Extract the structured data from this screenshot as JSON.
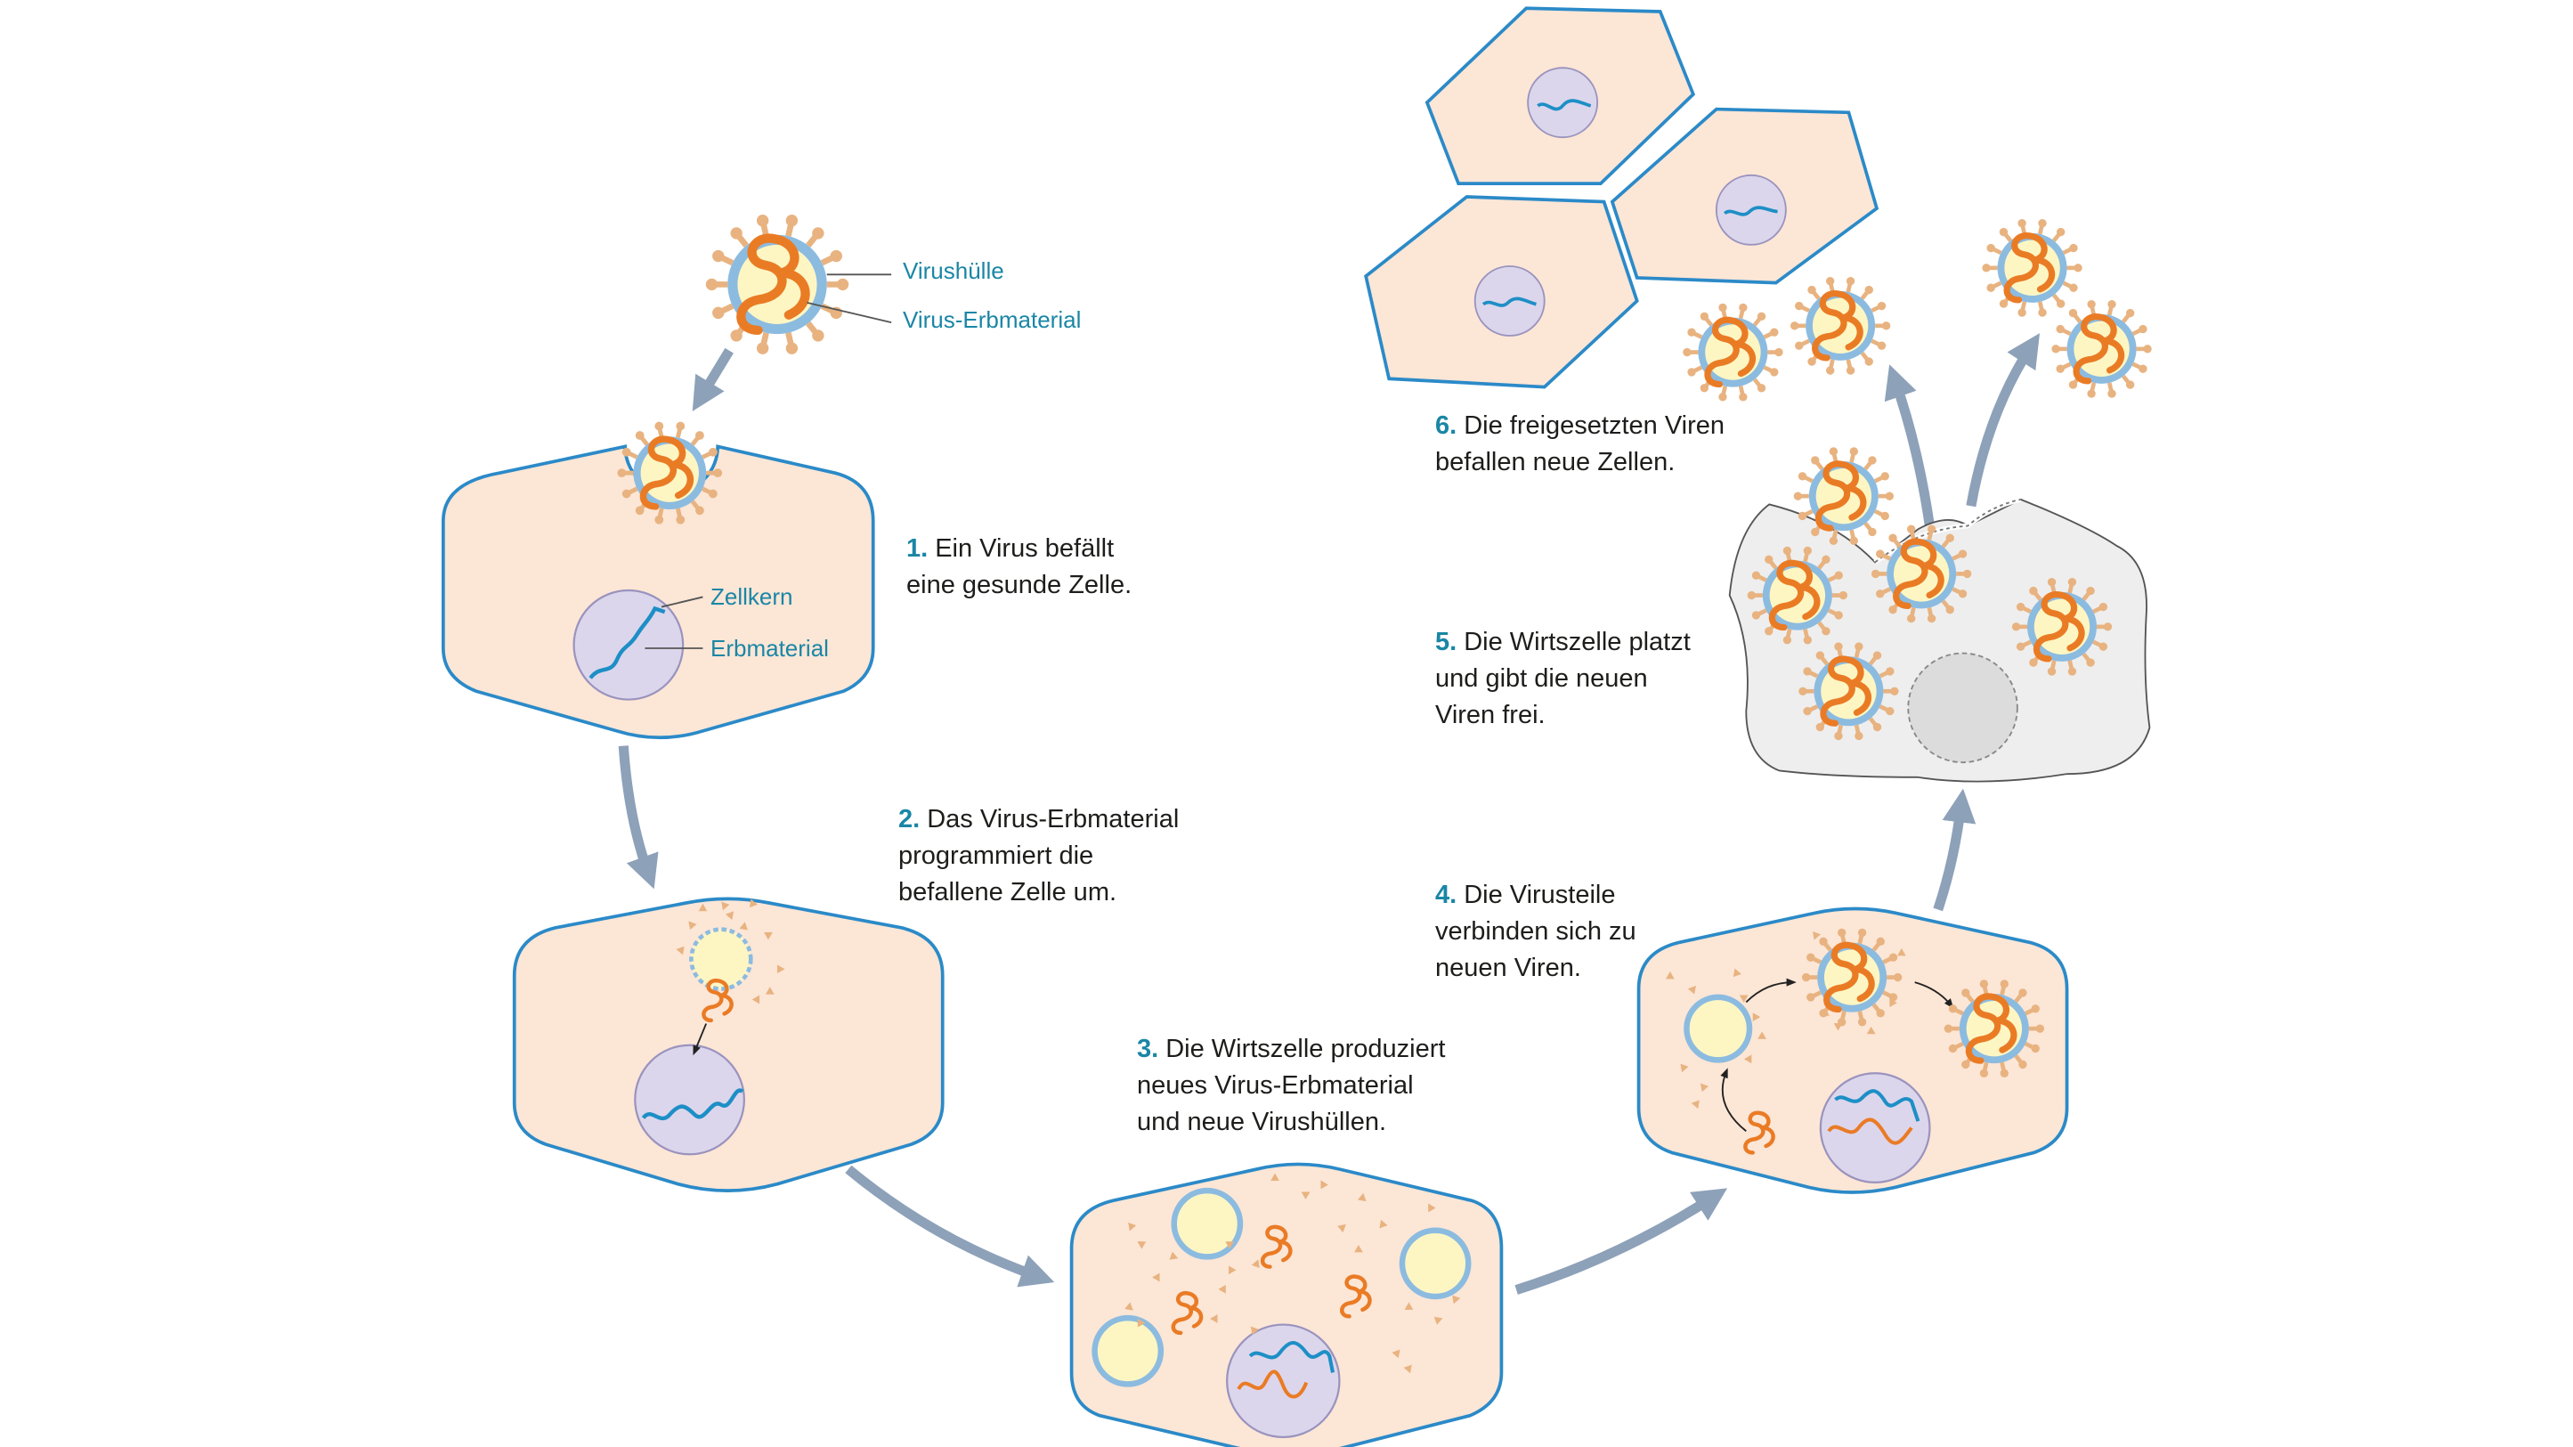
{
  "colors": {
    "cell_fill": "#fce6d6",
    "cell_outline": "#2b8ac8",
    "nucleus_fill": "#dcd6ec",
    "dna_color": "#1d8fc6",
    "viral_rna_color": "#ea7b25",
    "capsid_fill": "#fdf6c3",
    "capsid_ring": "#8cbbe0",
    "spike_color": "#e8b380",
    "arrow_color": "#8da1b9",
    "burst_cell_fill": "#eeeeee",
    "step_number_color": "#1a86a6",
    "label_color": "#1a86a6"
  },
  "labels": {
    "virus_envelope": "Virushülle",
    "virus_genome": "Virus-Erbmaterial",
    "nucleus": "Zellkern",
    "genome": "Erbmaterial"
  },
  "steps": [
    {
      "number": "1.",
      "lines": [
        "Ein Virus befällt",
        "eine gesunde Zelle."
      ]
    },
    {
      "number": "2.",
      "lines": [
        "Das Virus-Erbmaterial",
        "programmiert die",
        "befallene Zelle um."
      ]
    },
    {
      "number": "3.",
      "lines": [
        "Die Wirtszelle produziert",
        "neues Virus-Erbmaterial",
        "und neue Virushüllen."
      ]
    },
    {
      "number": "4.",
      "lines": [
        "Die Virusteile",
        "verbinden sich zu",
        "neuen Viren."
      ]
    },
    {
      "number": "5.",
      "lines": [
        "Die Wirtszelle platzt",
        "und gibt die neuen",
        "Viren frei."
      ]
    },
    {
      "number": "6.",
      "lines": [
        "Die freigesetzten Viren",
        "befallen neue Zellen."
      ]
    }
  ]
}
